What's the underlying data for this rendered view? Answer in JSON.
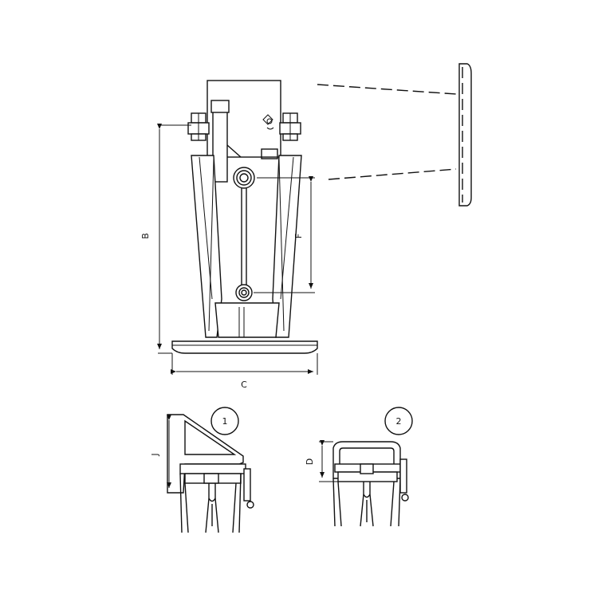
{
  "dimensions": {
    "B": "B",
    "F": "F",
    "C": "C",
    "J": "J",
    "D": "D"
  },
  "views": {
    "view_1": "1",
    "view_2": "2"
  }
}
